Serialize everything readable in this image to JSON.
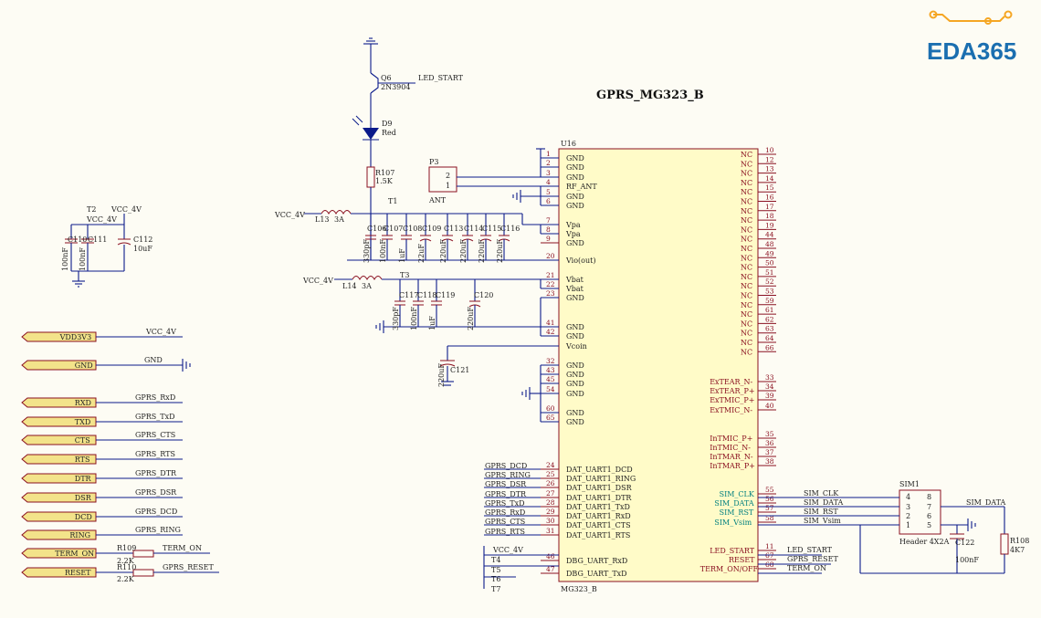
{
  "title": "GPRS_MG323_B",
  "logo": {
    "text": "EDA365",
    "color": "#1b6fb0",
    "accent": "#f5a623"
  },
  "u16": {
    "ref": "U16",
    "part": "MG323_B",
    "left_pins": [
      {
        "num": "1",
        "name": "GND"
      },
      {
        "num": "2",
        "name": "GND"
      },
      {
        "num": "3",
        "name": "GND"
      },
      {
        "num": "4",
        "name": "RF_ANT"
      },
      {
        "num": "5",
        "name": "GND"
      },
      {
        "num": "6",
        "name": "GND"
      },
      {
        "num": "7",
        "name": "Vpa"
      },
      {
        "num": "8",
        "name": "Vpa"
      },
      {
        "num": "9",
        "name": "GND"
      },
      {
        "num": "20",
        "name": "Vio(out)"
      },
      {
        "num": "21",
        "name": "Vbat"
      },
      {
        "num": "22",
        "name": "Vbat"
      },
      {
        "num": "23",
        "name": "GND"
      },
      {
        "num": "41",
        "name": "GND"
      },
      {
        "num": "42",
        "name": "GND"
      },
      {
        "num": "",
        "name": "Vcoin"
      },
      {
        "num": "32",
        "name": "GND"
      },
      {
        "num": "43",
        "name": "GND"
      },
      {
        "num": "45",
        "name": "GND"
      },
      {
        "num": "54",
        "name": "GND"
      },
      {
        "num": "60",
        "name": "GND"
      },
      {
        "num": "65",
        "name": "GND"
      },
      {
        "num": "24",
        "name": "DAT_UART1_DCD"
      },
      {
        "num": "25",
        "name": "DAT_UART1_RING"
      },
      {
        "num": "26",
        "name": "DAT_UART1_DSR"
      },
      {
        "num": "27",
        "name": "DAT_UART1_DTR"
      },
      {
        "num": "28",
        "name": "DAT_UART1_TxD"
      },
      {
        "num": "29",
        "name": "DAT_UART1_RxD"
      },
      {
        "num": "30",
        "name": "DAT_UART1_CTS"
      },
      {
        "num": "31",
        "name": "DAT_UART1_RTS"
      },
      {
        "num": "46",
        "name": "DBG_UART_RxD"
      },
      {
        "num": "47",
        "name": "DBG_UART_TxD"
      }
    ],
    "right_nc_pins": [
      "10",
      "12",
      "13",
      "14",
      "15",
      "16",
      "17",
      "18",
      "19",
      "44",
      "48",
      "49",
      "50",
      "51",
      "52",
      "53",
      "59",
      "61",
      "62",
      "63",
      "64",
      "66"
    ],
    "right_pins": [
      {
        "num": "33",
        "name": "ExTEAR_N-"
      },
      {
        "num": "34",
        "name": "ExTEAR_P+"
      },
      {
        "num": "39",
        "name": "ExTMIC_P+"
      },
      {
        "num": "40",
        "name": "ExTMIC_N-"
      },
      {
        "num": "35",
        "name": "InTMIC_P+"
      },
      {
        "num": "36",
        "name": "InTMIC_N-"
      },
      {
        "num": "37",
        "name": "InTMAR_N-"
      },
      {
        "num": "38",
        "name": "InTMAR_P+"
      },
      {
        "num": "55",
        "name": "SIM_CLK"
      },
      {
        "num": "56",
        "name": "SIM_DATA"
      },
      {
        "num": "57",
        "name": "SIM_RST"
      },
      {
        "num": "58",
        "name": "SIM_Vsim"
      },
      {
        "num": "11",
        "name": "LED_START"
      },
      {
        "num": "67",
        "name": "RESET"
      },
      {
        "num": "68",
        "name": "TERM_ON/OFF"
      }
    ],
    "nc_label": "NC"
  },
  "nets": {
    "led_start": "LED_START",
    "vcc4": "VCC_4V",
    "gnd": "GND",
    "gprs_rxd": "GPRS_RxD",
    "gprs_txd": "GPRS_TxD",
    "gprs_cts": "GPRS_CTS",
    "gprs_rts": "GPRS_RTS",
    "gprs_dtr": "GPRS_DTR",
    "gprs_dsr": "GPRS_DSR",
    "gprs_dcd": "GPRS_DCD",
    "gprs_ring": "GPRS_RING",
    "term_on": "TERM_ON",
    "gprs_reset": "GPRS_RESET",
    "sim_clk": "SIM_CLK",
    "sim_data": "SIM_DATA",
    "sim_rst": "SIM_RST",
    "sim_vsim": "SIM_Vsim"
  },
  "ports": [
    "VDD3V3",
    "GND",
    "RXD",
    "TXD",
    "CTS",
    "RTS",
    "DTR",
    "DSR",
    "DCD",
    "RING",
    "TERM_ON",
    "RESET"
  ],
  "port_nets": [
    "VCC_4V",
    "GND",
    "GPRS_RxD",
    "GPRS_TxD",
    "GPRS_CTS",
    "GPRS_RTS",
    "GPRS_DTR",
    "GPRS_DSR",
    "GPRS_DCD",
    "GPRS_RING",
    "TERM_ON",
    "GPRS_RESET"
  ],
  "parts": {
    "q6": {
      "ref": "Q6",
      "val": "2N3904"
    },
    "d9": {
      "ref": "D9",
      "val": "Red"
    },
    "r107": {
      "ref": "R107",
      "val": "1.5K"
    },
    "t1": "T1",
    "t2": "T2",
    "t3": "T3",
    "l13": {
      "ref": "L13",
      "val": "3A"
    },
    "l14": {
      "ref": "L14",
      "val": "3A"
    },
    "p3": {
      "ref": "P3",
      "val": "ANT",
      "pins": [
        "2",
        "1"
      ]
    },
    "r109": {
      "ref": "R109",
      "val": "2.2K"
    },
    "r110": {
      "ref": "R110",
      "val": "2.2K"
    },
    "r108": {
      "ref": "R108",
      "val": "4K7"
    },
    "c122": {
      "ref": "C122",
      "val": "100nF"
    },
    "sim1": {
      "ref": "SIM1",
      "val": "Header 4X2A",
      "pins": [
        "4",
        "8",
        "3",
        "7",
        "2",
        "6",
        "1",
        "5"
      ]
    },
    "c110": {
      "ref": "C110",
      "val": "100nF"
    },
    "c111": {
      "ref": "C111",
      "val": "100nF"
    },
    "c112": {
      "ref": "C112",
      "val": "10uF"
    },
    "vio_caps": [
      {
        "ref": "C106",
        "val": "330pF"
      },
      {
        "ref": "C107",
        "val": "100nF"
      },
      {
        "ref": "C108",
        "val": "1uF"
      },
      {
        "ref": "C109",
        "val": "22uF"
      },
      {
        "ref": "C113",
        "val": "220uF"
      },
      {
        "ref": "C114",
        "val": "220uF"
      },
      {
        "ref": "C115",
        "val": "220uF"
      },
      {
        "ref": "C116",
        "val": "220uF"
      }
    ],
    "vbat_caps": [
      {
        "ref": "C117",
        "val": "330pF"
      },
      {
        "ref": "C118",
        "val": "100nF"
      },
      {
        "ref": "C119",
        "val": "1uF"
      },
      {
        "ref": "C120",
        "val": "220uF"
      }
    ],
    "c121": {
      "ref": "C121",
      "val": "220uF"
    },
    "t4": "T4",
    "t5": "T5",
    "t6": "T6",
    "t7": "T7"
  }
}
